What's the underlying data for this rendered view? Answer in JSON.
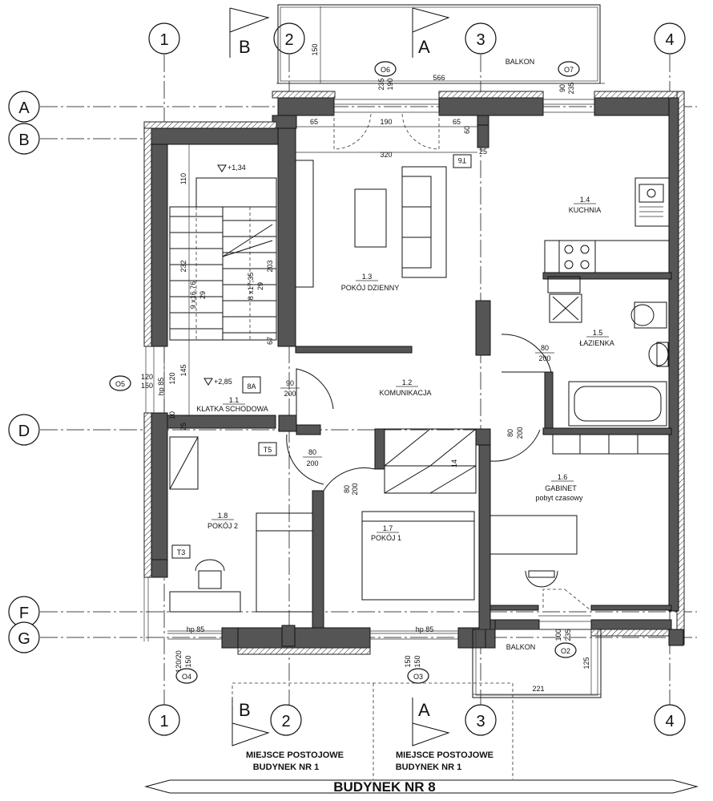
{
  "grid": {
    "columns": [
      "1",
      "2",
      "3",
      "4"
    ],
    "rows": [
      "A",
      "B",
      "D",
      "F",
      "G"
    ]
  },
  "sections": {
    "b_top": "B",
    "a_top": "A",
    "b_bottom": "B",
    "a_bottom": "A"
  },
  "rooms": {
    "r11_num": "1.1",
    "r11_name": "KLATKA SCHODOWA",
    "r12_num": "1.2",
    "r12_name": "KOMUNIKACJA",
    "r13_num": "1.3",
    "r13_name": "POKÓJ DZIENNY",
    "r14_num": "1.4",
    "r14_name": "KUCHNIA",
    "r15_num": "1.5",
    "r15_name": "ŁAZIENKA",
    "r16_num": "1.6",
    "r16_name": "GABINET",
    "r16_sub": "pobyt czasowy",
    "r17_num": "1.7",
    "r17_name": "POKÓJ 1",
    "r18_num": "1.8",
    "r18_name": "POKÓJ 2"
  },
  "balconies": {
    "top": "BALKON",
    "bottom": "BALKON"
  },
  "levels": {
    "stair": "+1,34",
    "landing": "+2,85"
  },
  "stairs": {
    "run1": "9 x16,76",
    "run1_tread": "29",
    "run2": "8 x17,35",
    "run2_tread": "29",
    "tag": "8A"
  },
  "windows": {
    "o2": "O2",
    "o3": "O3",
    "o4": "O4",
    "o5": "O5",
    "o6": "O6",
    "o7": "O7"
  },
  "tags": {
    "t3": "T3",
    "t5": "T5",
    "t6": "T6"
  },
  "doors": {
    "d_stair_w": "90",
    "d_stair_h": "200",
    "d_bath_w": "80",
    "d_bath_h": "200",
    "d_corr_w": "80",
    "d_corr_h": "200",
    "d_room2_w": "80",
    "d_room2_h": "200",
    "d_room1_w": "80",
    "d_room1_h": "200"
  },
  "dims": {
    "d566": "566",
    "d150": "150",
    "d65a": "65",
    "d190": "190",
    "d65b": "65",
    "d60": "60",
    "d25a": "25",
    "d320": "320",
    "d110": "110",
    "d232": "232",
    "d203": "203",
    "d67": "67",
    "d120": "120",
    "d145": "145",
    "d10": "10",
    "d25b": "25",
    "hp85a": "hp 85",
    "hp85b": "hp 85",
    "hp85c": "hp 85",
    "d221": "221",
    "d125": "125",
    "d14": "14",
    "o6a": "235",
    "o6b": "190",
    "o7a": "90",
    "o7b": "235",
    "o5a": "120",
    "o5b": "150",
    "o4a": "120/20",
    "o4b": "150",
    "o3a": "150",
    "o3b": "150",
    "o2a": "100",
    "o2b": "235"
  },
  "parking": {
    "p1_line1": "MIEJSCE  POSTOJOWE",
    "p1_line2": "BUDYNEK NR 1",
    "p2_line1": "MIEJSCE  POSTOJOWE",
    "p2_line2": "BUDYNEK NR 1"
  },
  "building": "BUDYNEK NR 8"
}
